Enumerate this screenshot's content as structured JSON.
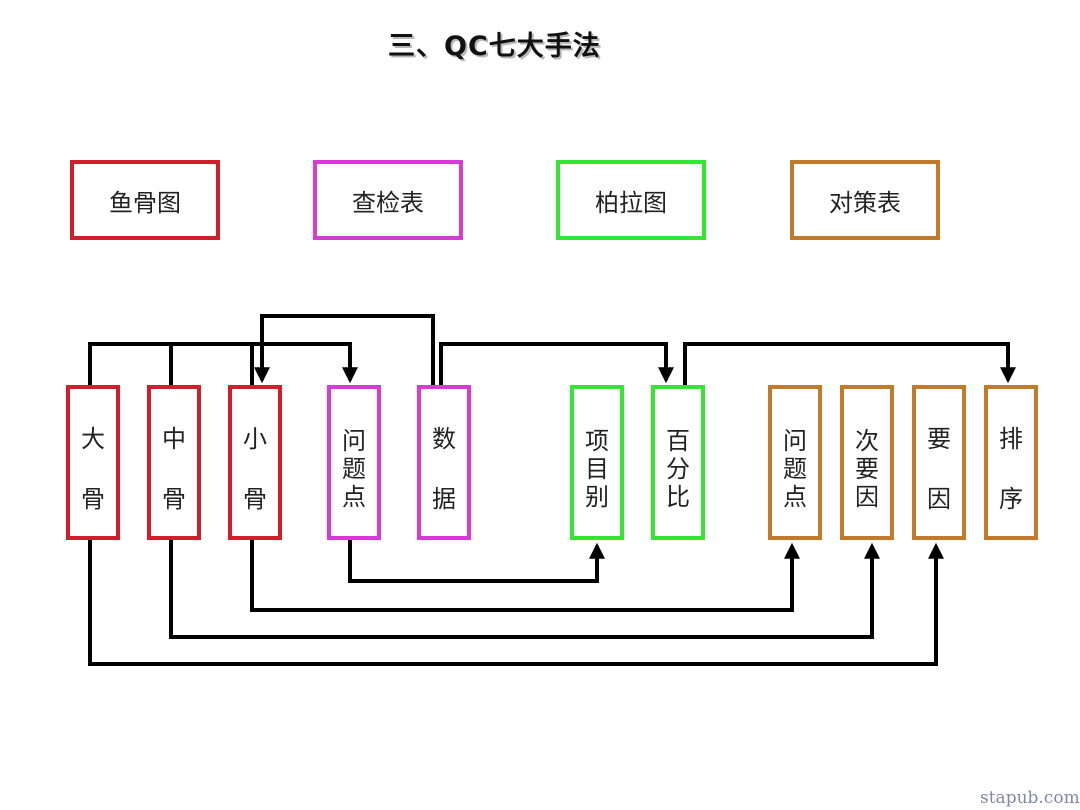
{
  "title": "三、QC七大手法",
  "tools": [
    {
      "label": "鱼骨图",
      "color": "#d01f2b"
    },
    {
      "label": "查检表",
      "color": "#d83ad8"
    },
    {
      "label": "柏拉图",
      "color": "#33e633"
    },
    {
      "label": "对策表",
      "color": "#c27a2a"
    }
  ],
  "steps": {
    "big_bone": [
      "大",
      "骨"
    ],
    "mid_bone": [
      "中",
      "骨"
    ],
    "small_bone": [
      "小",
      "骨"
    ],
    "problem_1": [
      "问",
      "题",
      "点"
    ],
    "data": [
      "数",
      "据"
    ],
    "item_category": [
      "项",
      "目",
      "别"
    ],
    "percent": [
      "百",
      "分",
      "比"
    ],
    "problem_2": [
      "问",
      "题",
      "点"
    ],
    "secondary_factor": [
      "次",
      "要",
      "因"
    ],
    "main_factor": [
      "要",
      "因"
    ],
    "sort": [
      "排",
      "序"
    ]
  },
  "watermark": "stapub.com"
}
